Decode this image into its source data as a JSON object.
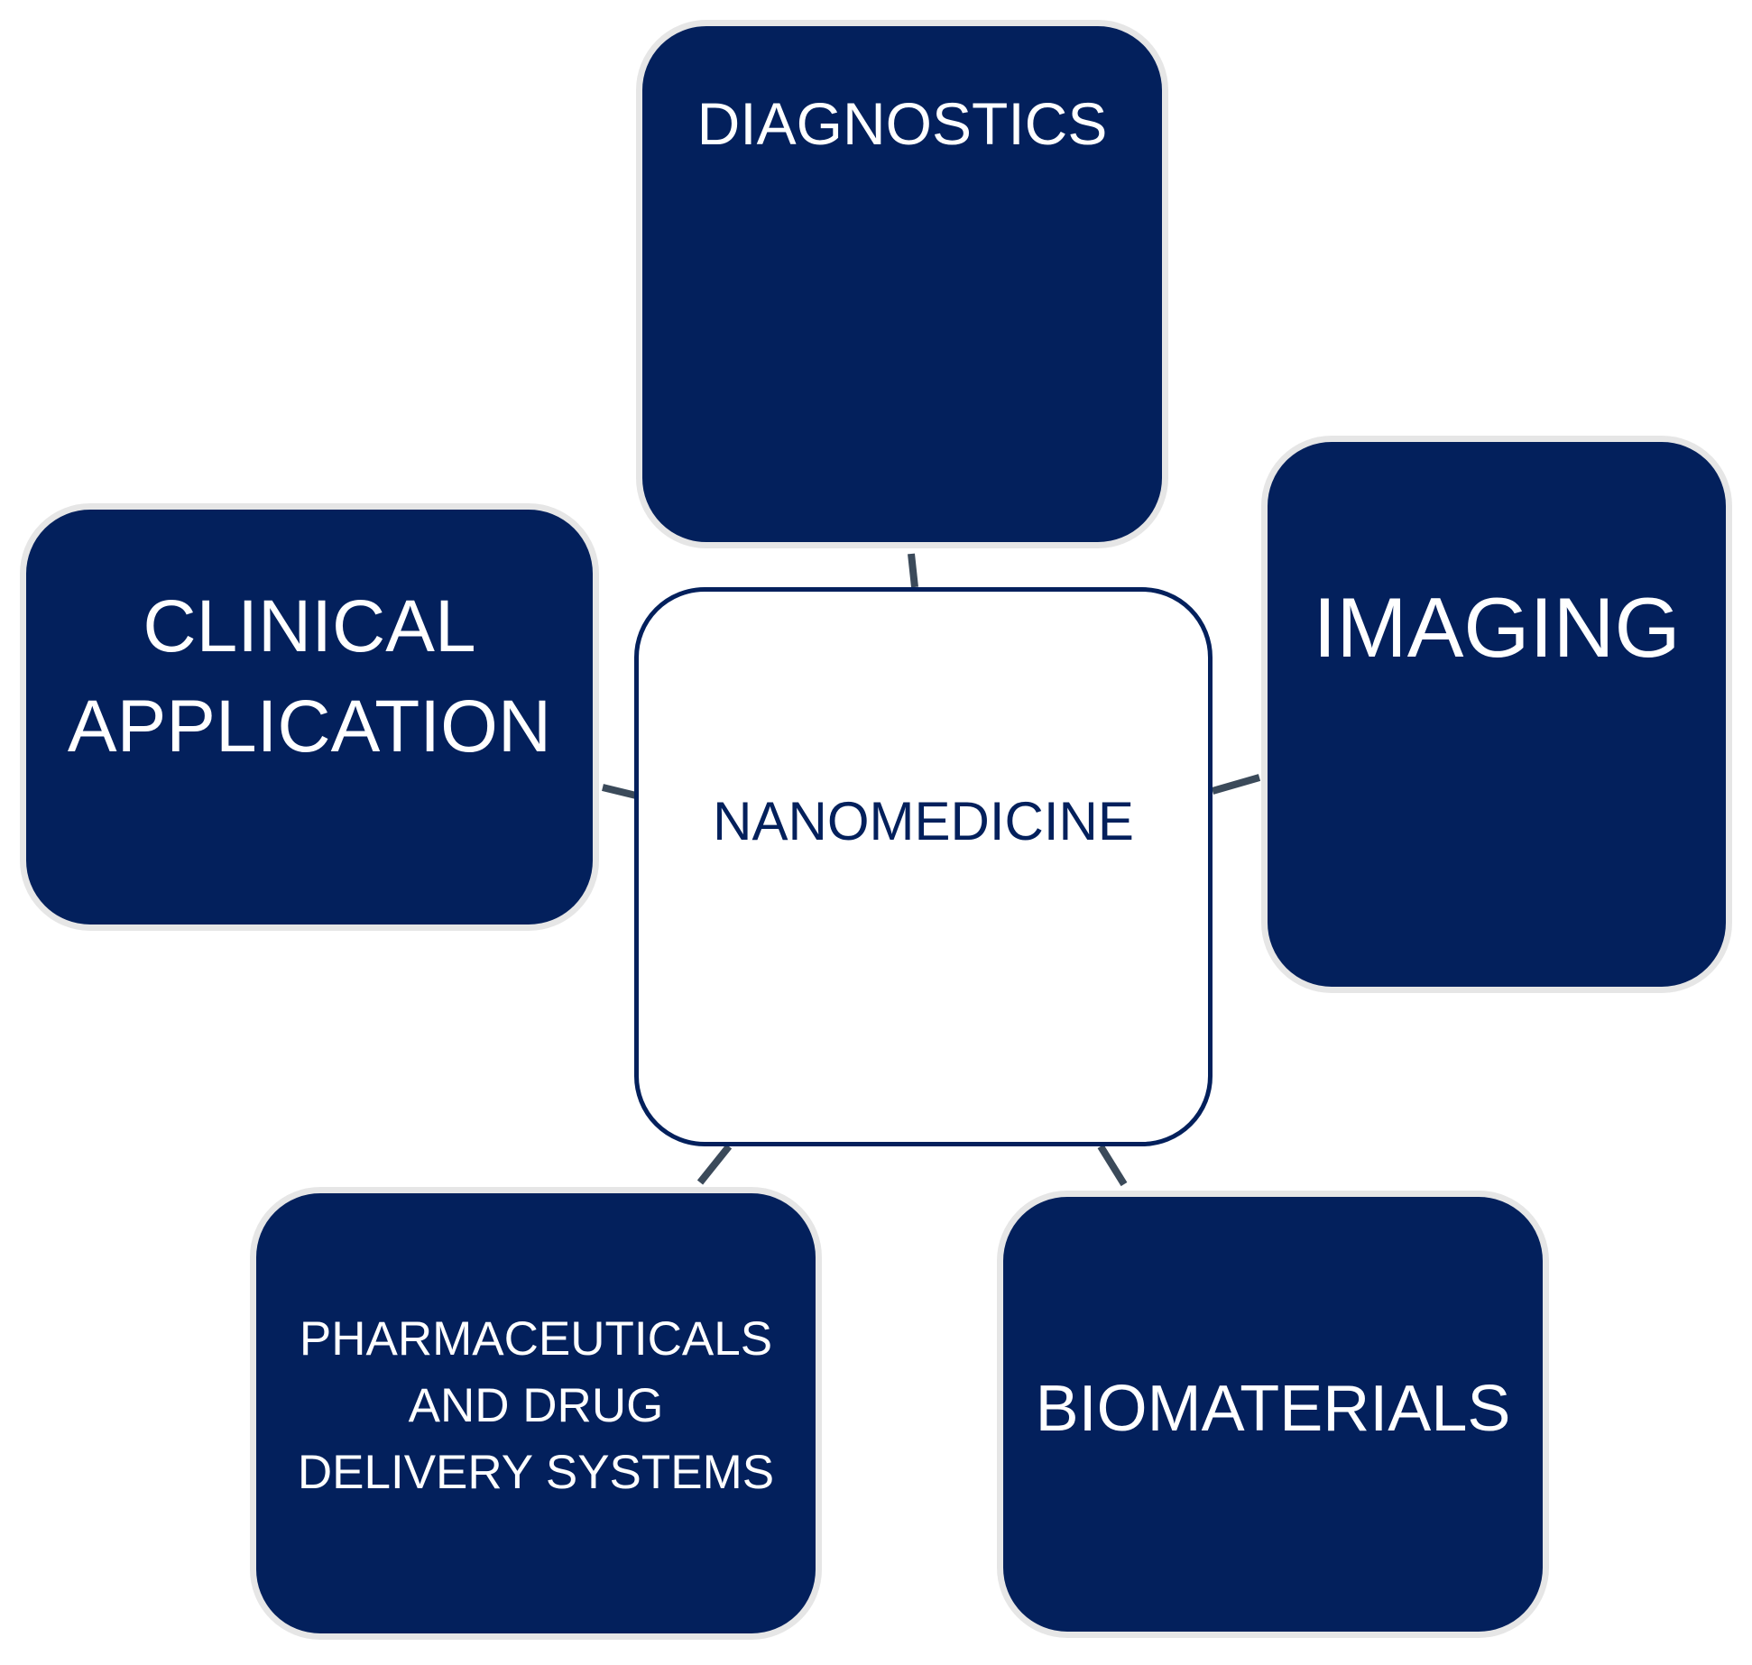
{
  "diagram": {
    "center": {
      "label": "NANOMEDICINE"
    },
    "nodes": {
      "diagnostics": {
        "label": "DIAGNOSTICS"
      },
      "imaging": {
        "label": "IMAGING"
      },
      "clinical": {
        "label": "CLINICAL\nAPPLICATION"
      },
      "pharma": {
        "label": "PHARMACEUTICALS\nAND DRUG\nDELIVERY SYSTEMS"
      },
      "biomaterials": {
        "label": "BIOMATERIALS"
      }
    },
    "colors": {
      "node_fill": "#03205c",
      "node_border": "#e6e6e6",
      "node_text": "#ffffff",
      "center_fill": "#ffffff",
      "center_border": "#03205c",
      "center_text": "#03205c",
      "connector": "#3b4a5a"
    }
  }
}
